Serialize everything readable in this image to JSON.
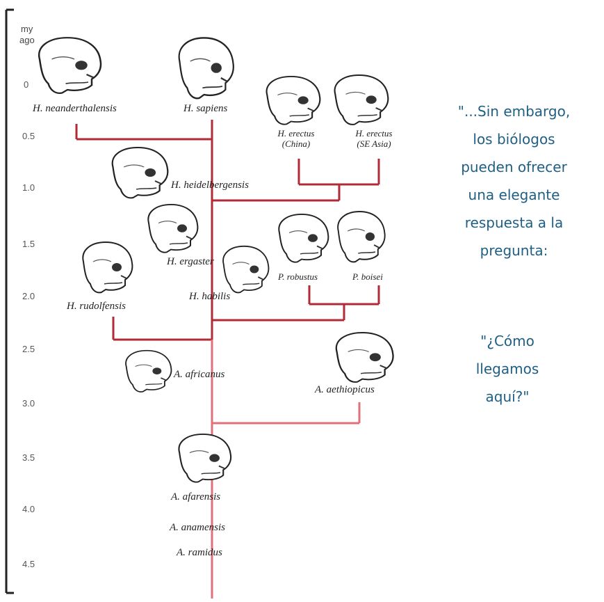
{
  "axis": {
    "unit_line1": "my",
    "unit_line2": "ago",
    "ticks": [
      "0",
      "0.5",
      "1.0",
      "1.5",
      "2.0",
      "2.5",
      "3.0",
      "3.5",
      "4.0",
      "4.5"
    ]
  },
  "species": {
    "neanderthalensis": "H. neanderthalensis",
    "sapiens": "H. sapiens",
    "erectus_china_name": "H. erectus",
    "erectus_china_region": "(China)",
    "erectus_se_asia_name": "H. erectus",
    "erectus_se_asia_region": "(SE Asia)",
    "heidelbergensis": "H. heidelbergensis",
    "ergaster": "H. ergaster",
    "habilis": "H. habilis",
    "rudolfensis": "H. rudolfensis",
    "robustus": "P. robustus",
    "boisei": "P. boisei",
    "africanus": "A. africanus",
    "aethiopicus": "A. aethiopicus",
    "afarensis": "A. afarensis",
    "anamensis": "A. anamensis",
    "ramidus": "A. ramidus"
  },
  "quote": {
    "line1": "\"...Sin embargo,",
    "line2": "los biólogos",
    "line3": "pueden ofrecer",
    "line4": "una elegante",
    "line5": "respuesta a la",
    "line6": "pregunta:",
    "line7": "\"¿Cómo",
    "line8": "llegamos",
    "line9": "aquí?\""
  },
  "colors": {
    "upper_branch": "#b22a35",
    "lower_branch": "#e0707a",
    "quote_text": "#1f5f84",
    "skull_outline": "#222222"
  }
}
